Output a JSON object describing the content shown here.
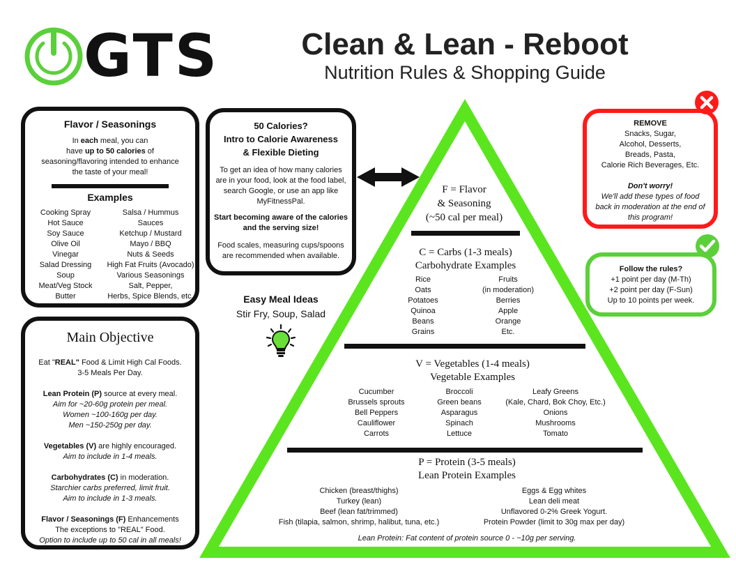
{
  "logo": {
    "text": "GTS",
    "power_color": "#5BD03A"
  },
  "header": {
    "title": "Clean & Lean - Reboot",
    "subtitle": "Nutrition Rules & Shopping Guide"
  },
  "flavor_box": {
    "title": "Flavor / Seasonings",
    "intro": [
      {
        "parts": [
          {
            "t": "In "
          },
          {
            "t": "each",
            "b": true
          },
          {
            "t": " meal, you can"
          }
        ]
      },
      {
        "parts": [
          {
            "t": "have "
          },
          {
            "t": "up to 50 calories",
            "b": true
          },
          {
            "t": " of"
          }
        ]
      },
      {
        "parts": [
          {
            "t": "seasoning/flavoring intended to enhance"
          }
        ]
      },
      {
        "parts": [
          {
            "t": "the taste of your meal!"
          }
        ]
      }
    ],
    "examples_title": "Examples",
    "left": [
      "Cooking Spray",
      "Hot Sauce",
      "Soy Sauce",
      "Olive Oil",
      "Vinegar",
      "Salad Dressing",
      "Soup",
      "Meat/Veg Stock",
      "Butter"
    ],
    "right": [
      "Salsa / Hummus",
      "Sauces",
      "Ketchup / Mustard",
      "Mayo / BBQ",
      "Nuts & Seeds",
      "High Fat Fruits (Avocado)",
      "Various Seasonings",
      "Salt, Pepper,",
      "Herbs, Spice Blends, etc."
    ]
  },
  "calories_box": {
    "title_lines": [
      "50 Calories?",
      "Intro to Calorie Awareness",
      "& Flexible Dieting"
    ],
    "p1": [
      "To get an idea of how many calories",
      "are in your food, look at the food label,",
      "search Google, or use an app like",
      "MyFitnessPal."
    ],
    "p2": [
      "Start becoming aware of the calories",
      "and the serving size!"
    ],
    "p3": [
      "Food scales, measuring cups/spoons",
      "are recommended when available."
    ]
  },
  "meal_ideas": {
    "title": "Easy Meal Ideas",
    "text": "Stir Fry, Soup, Salad"
  },
  "objective_box": {
    "title": "Main Objective",
    "sections": [
      [
        {
          "parts": [
            {
              "t": "Eat \""
            },
            {
              "t": "REAL\"",
              "b": true
            },
            {
              "t": " Food & Limit High Cal Foods."
            }
          ]
        },
        {
          "parts": [
            {
              "t": "3-5 Meals Per Day."
            }
          ]
        }
      ],
      [
        {
          "parts": [
            {
              "t": "Lean Protein (P)",
              "b": true
            },
            {
              "t": " source at every meal."
            }
          ]
        },
        {
          "parts": [
            {
              "t": "Aim for ~20-60g protein per meal.",
              "i": true
            }
          ]
        },
        {
          "parts": [
            {
              "t": "Women ~100-160g per day.",
              "i": true
            }
          ]
        },
        {
          "parts": [
            {
              "t": "Men ~150-250g per day.",
              "i": true
            }
          ]
        }
      ],
      [
        {
          "parts": [
            {
              "t": "Vegetables (V)",
              "b": true
            },
            {
              "t": " are highly encouraged."
            }
          ]
        },
        {
          "parts": [
            {
              "t": "Aim to include in 1-4 meals.",
              "i": true
            }
          ]
        }
      ],
      [
        {
          "parts": [
            {
              "t": "Carbohydrates (C)",
              "b": true
            },
            {
              "t": " in moderation."
            }
          ]
        },
        {
          "parts": [
            {
              "t": "Starchier carbs preferred, limit fruit.",
              "i": true
            }
          ]
        },
        {
          "parts": [
            {
              "t": "Aim to include in 1-3 meals.",
              "i": true
            }
          ]
        }
      ],
      [
        {
          "parts": [
            {
              "t": "Flavor / Seasonings (F)",
              "b": true
            },
            {
              "t": " Enhancements"
            }
          ]
        },
        {
          "parts": [
            {
              "t": "The exceptions to \"REAL\" Food."
            }
          ]
        },
        {
          "parts": [
            {
              "t": "Option to include up to 50 cal in all meals!",
              "i": true
            }
          ]
        }
      ]
    ]
  },
  "remove_box": {
    "title": "REMOVE",
    "items": [
      "Snacks, Sugar,",
      "Alcohol, Desserts,",
      "Breads, Pasta,",
      "Calorie Rich Beverages, Etc."
    ],
    "worry_title": "Don't worry!",
    "worry_lines": [
      "We'll add these types of food",
      "back in moderation at the end of",
      "this program!"
    ],
    "color": "#FF1A1A"
  },
  "rules_box": {
    "title": "Follow the rules?",
    "lines": [
      "+1 point per day (M-Th)",
      "+2 point per day (F-Sun)",
      "Up to 10 points per week."
    ],
    "color": "#5BD03A"
  },
  "pyramid": {
    "color": "#5BE51F",
    "flavor": {
      "lines": [
        "F = Flavor",
        "& Seasoning",
        "(~50 cal per meal)"
      ]
    },
    "carbs": {
      "title": "C = Carbs (1-3 meals)",
      "subtitle": "Carbohydrate Examples",
      "left": [
        "Rice",
        "Oats",
        "Potatoes",
        "Quinoa",
        "Beans",
        "Grains"
      ],
      "right": [
        "Fruits",
        "(in moderation)",
        "Berries",
        "Apple",
        "Orange",
        "Etc."
      ]
    },
    "vegetables": {
      "title": "V = Vegetables (1-4 meals)",
      "subtitle": "Vegetable Examples",
      "col1": [
        "Cucumber",
        "Brussels sprouts",
        "Bell Peppers",
        "Cauliflower",
        "Carrots"
      ],
      "col2": [
        "Broccoli",
        "Green beans",
        "Asparagus",
        "Spinach",
        "Lettuce"
      ],
      "col3": [
        "Leafy Greens",
        "(Kale, Chard, Bok Choy, Etc.)",
        "Onions",
        "Mushrooms",
        "Tomato"
      ]
    },
    "protein": {
      "title": "P = Protein (3-5 meals)",
      "subtitle": "Lean Protein Examples",
      "left": [
        "Chicken (breast/thighs)",
        "Turkey (lean)",
        "Beef (lean fat/trimmed)",
        "Fish (tilapia, salmon, shrimp, halibut, tuna, etc.)"
      ],
      "right": [
        "Eggs & Egg whites",
        "Lean deli meat",
        "Unflavored 0-2% Greek Yogurt.",
        "Protein Powder (limit to 30g max per day)"
      ],
      "note": "Lean Protein: Fat content of protein source 0 - ~10g per serving."
    }
  }
}
